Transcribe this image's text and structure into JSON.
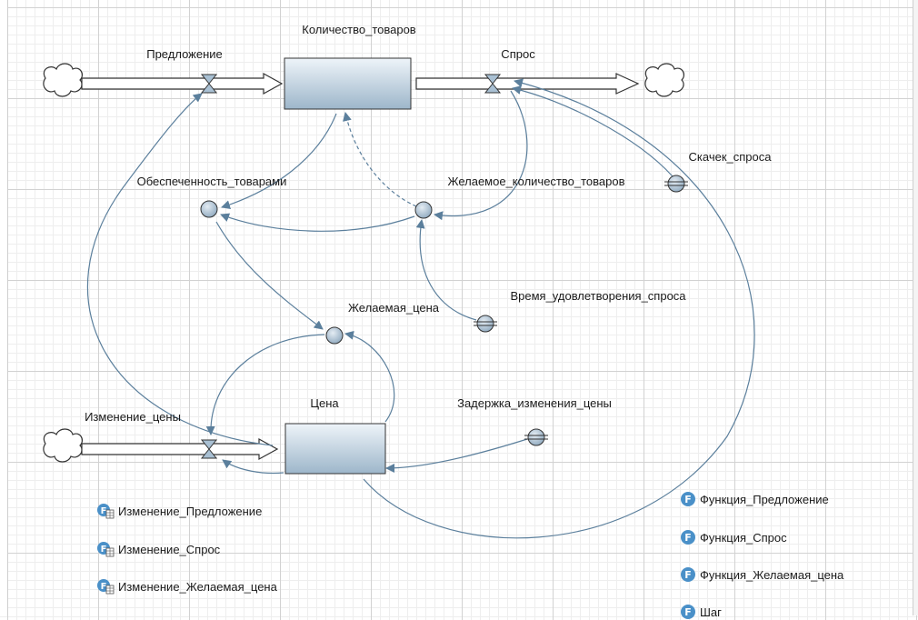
{
  "diagram": {
    "stocks": {
      "quantity": "Количество_товаров",
      "price": "Цена"
    },
    "flows": {
      "supply": "Предложение",
      "demand": "Спрос",
      "price_change": "Изменение_цены"
    },
    "auxiliaries": {
      "supply_ratio": "Обеспеченность_товарами",
      "desired_quantity": "Желаемое_количество_товаров",
      "desired_price": "Желаемая_цена"
    },
    "parameters": {
      "demand_jump": "Скачек_спроса",
      "satisfaction_time": "Время_удовлетворения_спроса",
      "price_delay": "Задержка_изменения_цены"
    }
  },
  "table_functions": [
    "Изменение_Предложение",
    "Изменение_Спрос",
    "Изменение_Желаемая_цена"
  ],
  "functions": [
    "Функция_Предложение",
    "Функция_Спрос",
    "Функция_Желаемая_цена",
    "Шаг"
  ],
  "colors": {
    "link": "#5b7f9c",
    "stock_fill_top": "#e6eef5",
    "stock_fill_bottom": "#9fb8cc",
    "function_icon": "#4a90c8"
  }
}
